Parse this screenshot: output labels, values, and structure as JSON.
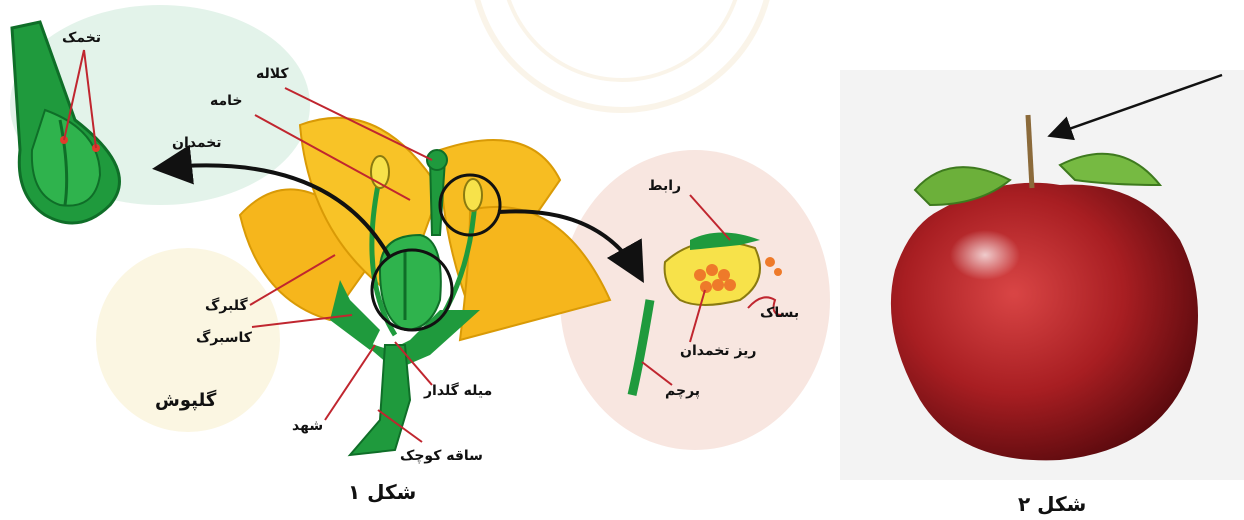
{
  "figure1": {
    "caption": "شکل ۱",
    "labels": {
      "ovule": "تخمک",
      "stigma": "کلاله",
      "style": "خامه",
      "ovary": "تخمدان",
      "petal": "گلبرگ",
      "sepal": "کاسبرگ",
      "perianth": "گلپوش",
      "nectar": "شهد",
      "filament": "میله گلدار",
      "receptacle": "ساقه کوچک",
      "connective": "رابط",
      "anther": "بساک",
      "pollen_sac": "ریز تخمدان",
      "stamen": "پرچم"
    }
  },
  "figure2": {
    "caption": "شکل ۲"
  }
}
